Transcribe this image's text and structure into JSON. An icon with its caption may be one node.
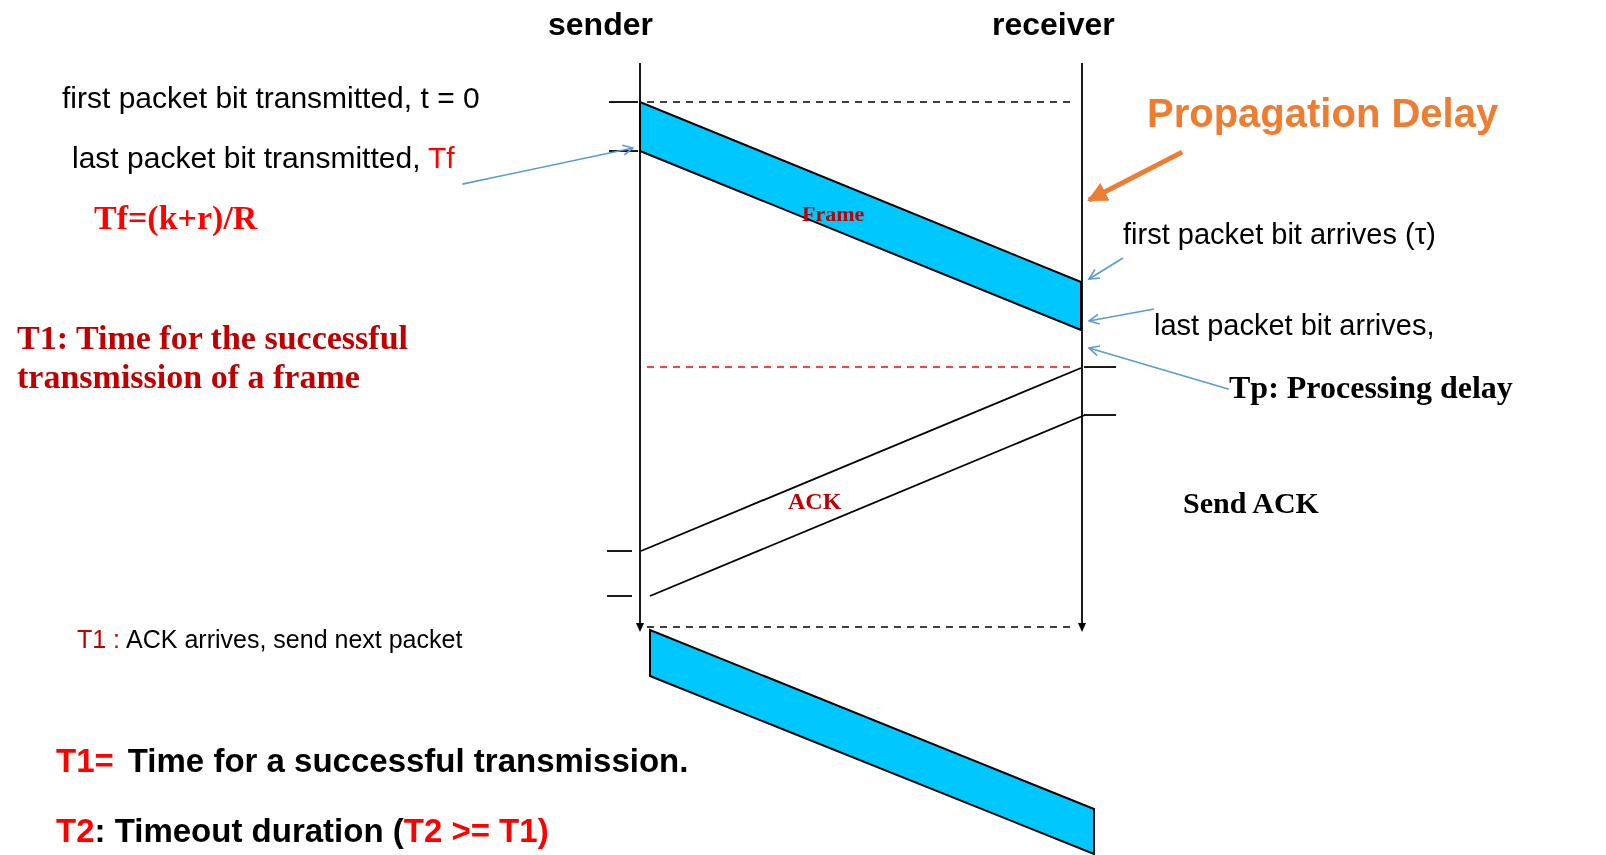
{
  "diagram": {
    "nodes": [
      {
        "text": [],
        "shape": "bar",
        "beside": [
          "sender"
        ]
      },
      {
        "text": [],
        "shape": "bar",
        "beside": [
          "receiver"
        ]
      },
      {
        "text": [
          "last packet bit transmitted,",
          "Tf"
        ]
      },
      {
        "text": [
          "Propagation Delay"
        ]
      },
      {
        "text": [
          "first packet bit arrives (τ)"
        ]
      },
      {
        "text": [
          "last packet bit arrives,"
        ]
      },
      {
        "text": [
          "Tp: Processing delay"
        ]
      }
    ],
    "edges": [
      {
        "from": 2,
        "to": 0,
        "arrow": "to"
      },
      {
        "from": 3,
        "to": 1,
        "arrow": "to",
        "style": "thick",
        "color": "#ed7d31"
      },
      {
        "from": 4,
        "to": 1,
        "arrow": "to"
      },
      {
        "from": 5,
        "to": 1,
        "arrow": "to"
      },
      {
        "from": 6,
        "to": 1,
        "arrow": "to"
      },
      {
        "from": 0,
        "to": 1,
        "arrow": "none",
        "style": "dashed",
        "color": "#000000"
      },
      {
        "from": 0,
        "to": 1,
        "arrow": "none",
        "style": "dashed",
        "color": "#ff0000"
      },
      {
        "from": 0,
        "to": 1,
        "arrow": "none",
        "style": "dashed",
        "color": "#000000"
      }
    ],
    "labels": [
      "first packet bit transmitted, t = 0",
      "Tf=(k+r)/R",
      "T1: Time for the successful transmission of a frame",
      "Frame",
      "ACK",
      "Send ACK",
      "T1 :",
      "ACK arrives, send next packet",
      "T1=",
      "Time for a successful transmission.",
      "T2",
      ": Timeout duration (",
      "T2 >= T1",
      ")"
    ]
  }
}
